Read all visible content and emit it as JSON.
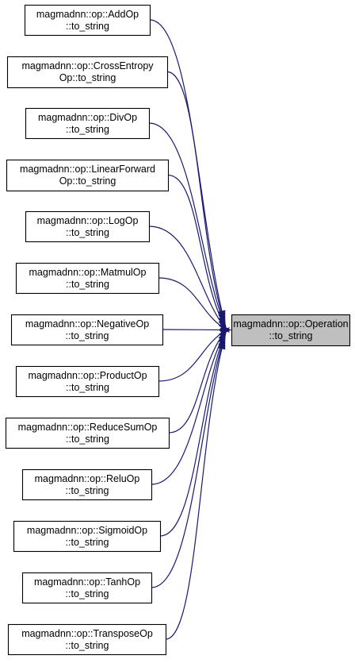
{
  "diagram": {
    "target": {
      "line1": "magmadnn::op::Operation",
      "line2": "::to_string"
    },
    "sources": [
      {
        "id": "add",
        "line1": "magmadnn::op::AddOp",
        "line2": "::to_string"
      },
      {
        "id": "crossentropy",
        "line1": "magmadnn::op::CrossEntropy",
        "line2": "Op::to_string"
      },
      {
        "id": "div",
        "line1": "magmadnn::op::DivOp",
        "line2": "::to_string"
      },
      {
        "id": "linearforward",
        "line1": "magmadnn::op::LinearForward",
        "line2": "Op::to_string"
      },
      {
        "id": "log",
        "line1": "magmadnn::op::LogOp",
        "line2": "::to_string"
      },
      {
        "id": "matmul",
        "line1": "magmadnn::op::MatmulOp",
        "line2": "::to_string"
      },
      {
        "id": "negative",
        "line1": "magmadnn::op::NegativeOp",
        "line2": "::to_string"
      },
      {
        "id": "product",
        "line1": "magmadnn::op::ProductOp",
        "line2": "::to_string"
      },
      {
        "id": "reducesum",
        "line1": "magmadnn::op::ReduceSumOp",
        "line2": "::to_string"
      },
      {
        "id": "relu",
        "line1": "magmadnn::op::ReluOp",
        "line2": "::to_string"
      },
      {
        "id": "sigmoid",
        "line1": "magmadnn::op::SigmoidOp",
        "line2": "::to_string"
      },
      {
        "id": "tanh",
        "line1": "magmadnn::op::TanhOp",
        "line2": "::to_string"
      },
      {
        "id": "transpose",
        "line1": "magmadnn::op::TransposeOp",
        "line2": "::to_string"
      }
    ],
    "colors": {
      "edge": "#191970",
      "target_fill": "#bfbfbf",
      "node_fill": "#ffffff",
      "node_border": "#000000"
    }
  }
}
